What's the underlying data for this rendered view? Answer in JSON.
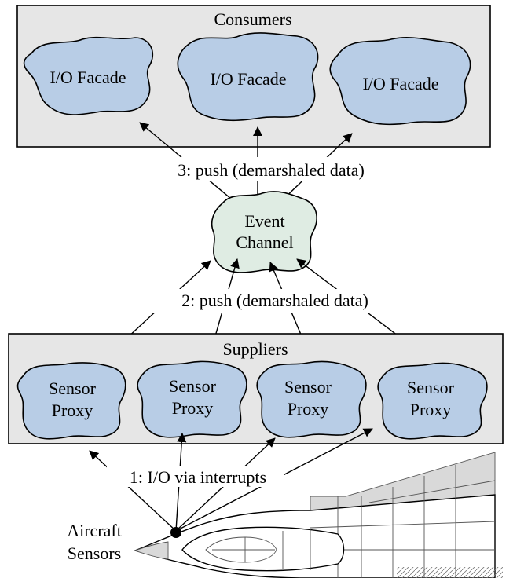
{
  "consumers": {
    "title": "Consumers",
    "facades": [
      "I/O Facade",
      "I/O Facade",
      "I/O Facade"
    ]
  },
  "push_label_3": "3: push (demarshaled data)",
  "event_channel": {
    "line1": "Event",
    "line2": "Channel"
  },
  "push_label_2": "2: push (demarshaled data)",
  "suppliers": {
    "title": "Suppliers",
    "proxies": [
      {
        "line1": "Sensor",
        "line2": "Proxy"
      },
      {
        "line1": "Sensor",
        "line2": "Proxy"
      },
      {
        "line1": "Sensor",
        "line2": "Proxy"
      },
      {
        "line1": "Sensor",
        "line2": "Proxy"
      }
    ]
  },
  "io_label": "1: I/O via interrupts",
  "aircraft": {
    "line1": "Aircraft",
    "line2": "Sensors"
  },
  "colors": {
    "box_fill": "#e6e6e6",
    "blob_blue": "#b8cde6",
    "blob_green": "#dfece3"
  }
}
